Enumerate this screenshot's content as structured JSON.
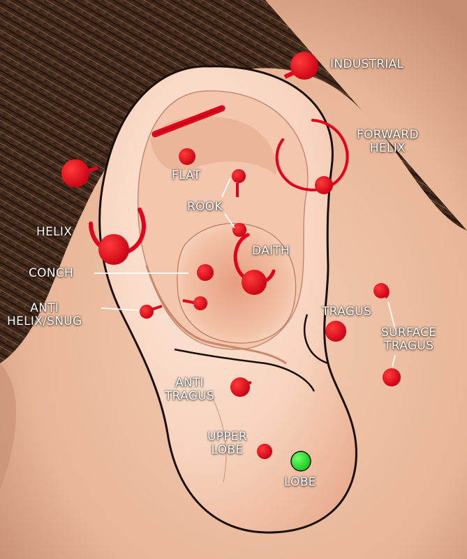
{
  "colors": {
    "jewelry": "#e3001b",
    "lobe_stud": "#22dd22",
    "skin": "#f6d2bb",
    "hair": "#3b2417",
    "label": "#ffffff"
  },
  "labels": {
    "industrial": "INDUSTRIAL",
    "forward_helix": [
      "FORWARD",
      "HELIX"
    ],
    "flat": "FLAT",
    "rook": "ROOK",
    "helix": "HELIX",
    "daith": "DAITH",
    "conch": "CONCH",
    "anti_helix": [
      "ANTI",
      "HELIX/SNUG"
    ],
    "tragus": "TRAGUS",
    "surface_tragus": [
      "SURFACE",
      "TRAGUS"
    ],
    "anti_tragus": [
      "ANTI",
      "TRAGUS"
    ],
    "upper_lobe": [
      "UPPER",
      "LOBE"
    ],
    "lobe": "LOBE"
  }
}
